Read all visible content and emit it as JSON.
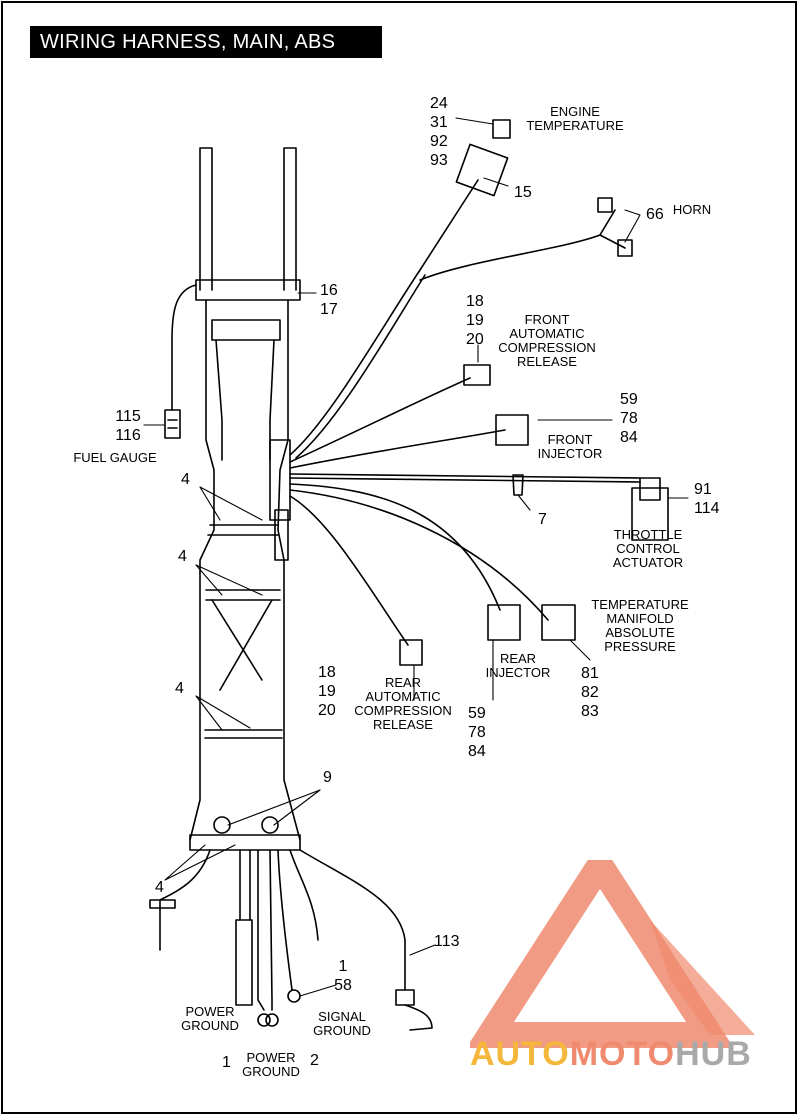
{
  "title": "WIRING HARNESS, MAIN, ABS",
  "labels": {
    "engine_temperature": "ENGINE\nTEMPERATURE",
    "horn": "HORN",
    "front_acr": "FRONT\nAUTOMATIC\nCOMPRESSION\nRELEASE",
    "front_injector": "FRONT\nINJECTOR",
    "fuel_gauge": "FUEL GAUGE",
    "throttle_control_actuator": "THROTTLE\nCONTROL\nACTUATOR",
    "tmap": "TEMPERATURE\nMANIFOLD\nABSOLUTE\nPRESSURE",
    "rear_injector": "REAR\nINJECTOR",
    "rear_acr": "REAR\nAUTOMATIC\nCOMPRESSION\nRELEASE",
    "power_ground_left": "POWER\nGROUND",
    "power_ground_bottom": "POWER\nGROUND",
    "signal_ground": "SIGNAL\nGROUND"
  },
  "callouts": {
    "engine_temp_parts": "24\n31\n92\n93",
    "c15": "15",
    "c66": "66",
    "c16_17": "16\n17",
    "front_acr_parts": "18\n19\n20",
    "front_injector_parts": "59\n78\n84",
    "fuel_gauge_parts": "115\n116",
    "c4_a": "4",
    "c4_b": "4",
    "c4_c": "4",
    "c4_d": "4",
    "c7": "7",
    "tca_parts": "91\n114",
    "rear_acr_parts": "18\n19\n20",
    "rear_injector_parts": "59\n78\n84",
    "tmap_parts": "81\n82\n83",
    "c9": "9",
    "c113": "113",
    "signal_ground_parts": "1\n58",
    "c1": "1",
    "c2": "2"
  },
  "watermark": {
    "part1": "AUTO",
    "part2": "MOTO",
    "part3": "HUB",
    "colors": {
      "auto": "#f5b63c",
      "moto": "#f08a6e",
      "hub": "#a9a9a9",
      "triangle": "#f08a6e"
    }
  }
}
